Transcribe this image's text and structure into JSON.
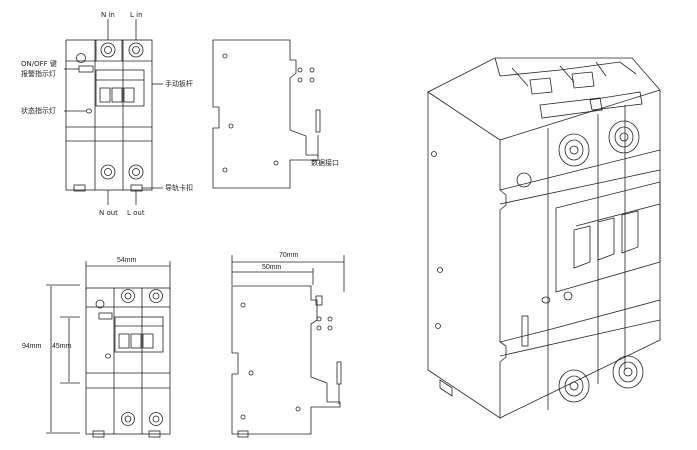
{
  "labels": {
    "n_in": "N in",
    "l_in": "L in",
    "onoff_line1": "ON/OFF 键",
    "onoff_line2": "报警指示灯",
    "manual_lever": "手动扳杆",
    "status_light": "状态指示灯",
    "rail_clip": "导轨卡扣",
    "n_out": "N out",
    "l_out": "L out",
    "comm_port": "数据接口"
  },
  "dimensions": {
    "width": "54mm",
    "height": "94mm",
    "mid_height": "45mm",
    "depth_total": "70mm",
    "depth_front": "50mm"
  }
}
